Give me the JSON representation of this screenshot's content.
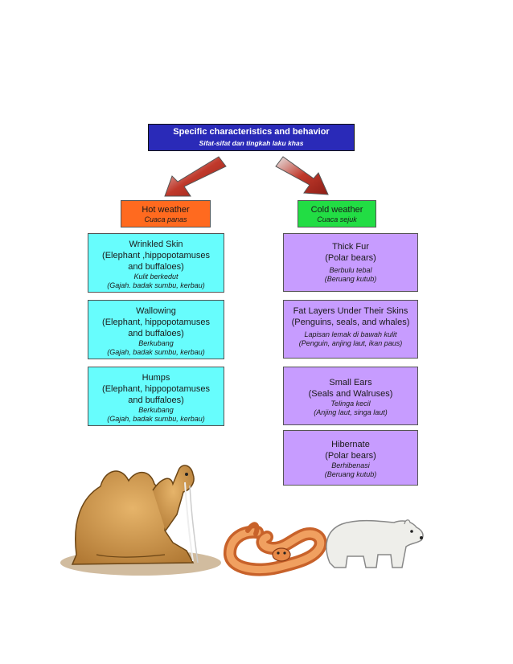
{
  "header": {
    "title_en": "Specific characteristics and behavior",
    "title_ms": "Sifat-sifat dan tingkah laku khas"
  },
  "hot": {
    "label_en": "Hot weather",
    "label_ms": "Cuaca panas",
    "items": [
      {
        "title_en": "Wrinkled Skin",
        "animals_en_1": "(Elephant ,hippopotamuses",
        "animals_en_2": "and buffaloes)",
        "title_ms": "Kulit berkedut",
        "animals_ms": "(Gajah. badak sumbu, kerbau)"
      },
      {
        "title_en": "Wallowing",
        "animals_en_1": "(Elephant, hippopotamuses",
        "animals_en_2": "and buffaloes)",
        "title_ms": "Berkubang",
        "animals_ms": "(Gajah, badak sumbu, kerbau)"
      },
      {
        "title_en": "Humps",
        "animals_en_1": "(Elephant, hippopotamuses",
        "animals_en_2": "and buffaloes)",
        "title_ms": "Berkubang",
        "animals_ms": "(Gajah, badak sumbu, kerbau)"
      }
    ]
  },
  "cold": {
    "label_en": "Cold weather",
    "label_ms": "Cuaca sejuk",
    "items": [
      {
        "title_en": "Thick Fur",
        "animals_en": "(Polar bears)",
        "title_ms": "Berbulu tebal",
        "animals_ms": "(Beruang kutub)"
      },
      {
        "title_en": "Fat Layers Under Their Skins",
        "animals_en": "(Penguins, seals, and whales)",
        "title_ms": "Lapisan lemak  di bawah kulit",
        "animals_ms": "(Penguin, anjing laut, ikan paus)"
      },
      {
        "title_en": "Small Ears",
        "animals_en": "(Seals and Walruses)",
        "title_ms": "Telinga kecil",
        "animals_ms": "(Anjing laut, singa laut)"
      },
      {
        "title_en": "Hibernate",
        "animals_en": "(Polar bears)",
        "title_ms": "Berhibenasi",
        "animals_ms": "(Beruang kutub)"
      }
    ]
  },
  "colors": {
    "header_bg": "#2a2ab8",
    "hot_bg": "#ff6a1f",
    "cold_bg": "#22dd44",
    "hot_card_bg": "#67fdfd",
    "cold_card_bg": "#c79cff",
    "arrow": "#c0392b"
  },
  "illustrations": [
    "camel",
    "snake",
    "polar-bear"
  ]
}
